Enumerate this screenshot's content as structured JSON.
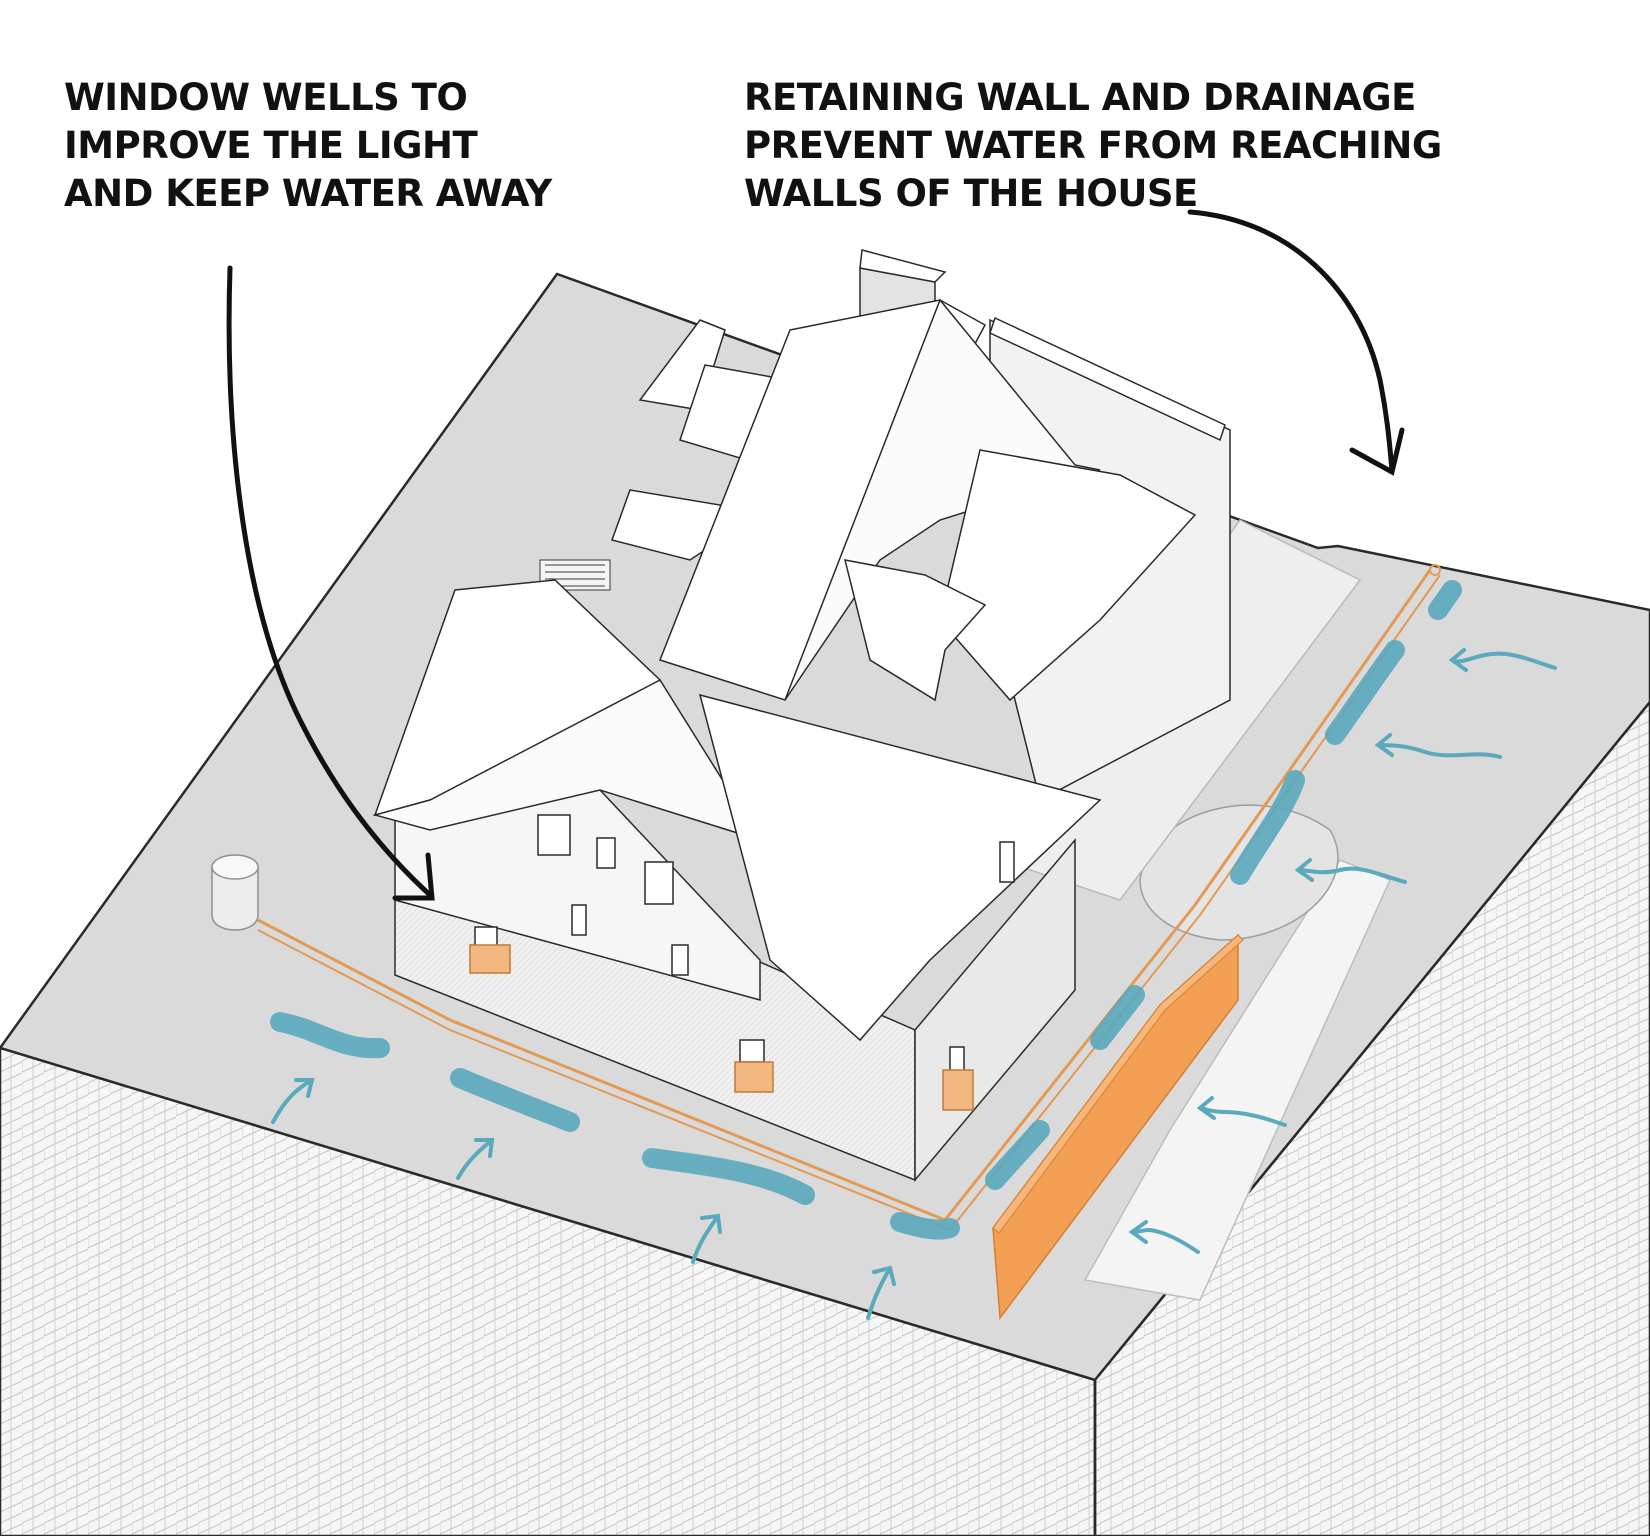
{
  "annotations": {
    "window_wells": {
      "lines": [
        "WINDOW WELLS TO",
        "IMPROVE THE LIGHT",
        "AND KEEP WATER AWAY"
      ]
    },
    "retaining_wall": {
      "lines": [
        "RETAINING WALL AND DRAINAGE",
        "PREVENT WATER FROM REACHING",
        "WALLS OF THE HOUSE"
      ]
    }
  },
  "colors": {
    "ground": "#dadada",
    "soil_side": "#f4f4f4",
    "roof": "#ffffff",
    "wall": "#f2f2f2",
    "line": "#2a2a2a",
    "water": "#5aa9bd",
    "drain": "#e39a55",
    "retaining_wall": "#f3a055",
    "window_well": "#f2b77e",
    "arrow": "#111111"
  },
  "icons": {
    "pointer_arrows": "curved-arrow-icon",
    "flow_arrows": "water-flow-arrow-icon"
  }
}
